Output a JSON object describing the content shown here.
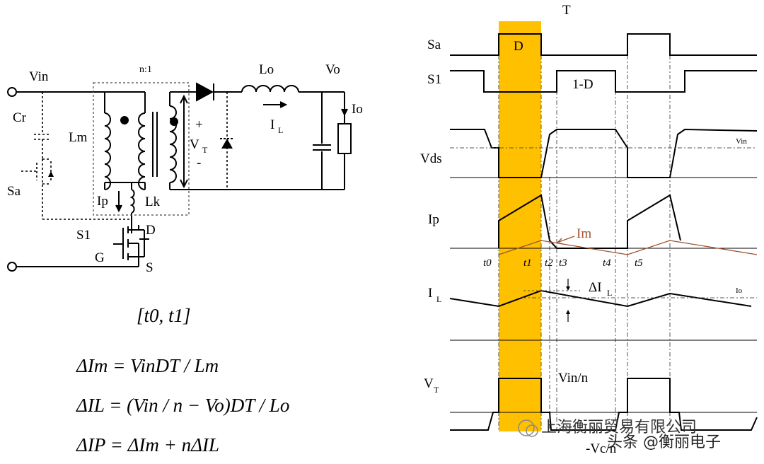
{
  "circuit": {
    "vin": "Vin",
    "cr": "Cr",
    "lm": "Lm",
    "sa": "Sa",
    "turns_ratio": "n:1",
    "ip": "Ip",
    "lk": "Lk",
    "s1": "S1",
    "g": "G",
    "d": "D",
    "s": "S",
    "plus": "+",
    "vt": "V",
    "vt_sub": "T",
    "minus": "-",
    "lo": "Lo",
    "vo": "Vo",
    "il": "I",
    "il_sub": "L",
    "io": "Io"
  },
  "equations": {
    "interval": "[t0, t1]",
    "delta_im": "ΔIm = VinDT / Lm",
    "delta_il": "ΔIL = (Vin / n − Vo)DT / Lo",
    "delta_ip": "ΔIP = ΔIm + nΔIL"
  },
  "waveforms": {
    "period": "T",
    "sa": "Sa",
    "s1": "S1",
    "duty": "D",
    "one_minus_d": "1-D",
    "vds": "Vds",
    "vin_level": "Vin",
    "ip": "Ip",
    "im": "Im",
    "times": [
      "t0",
      "t1",
      "t2",
      "t3",
      "t4",
      "t5"
    ],
    "il": "I",
    "il_sub": "L",
    "delta_il": "ΔI",
    "delta_il_sub": "L",
    "io_level": "Io",
    "vt": "V",
    "vt_sub": "T",
    "vin_over_n": "Vin/n",
    "neg_vc_over_n": "-Vc/n"
  },
  "watermark": {
    "company": "上海衡丽贸易有限公司",
    "account": "头条 @衡丽电子"
  },
  "colors": {
    "duty_highlight": "#FFC000",
    "im_trace": "#a0522d"
  }
}
